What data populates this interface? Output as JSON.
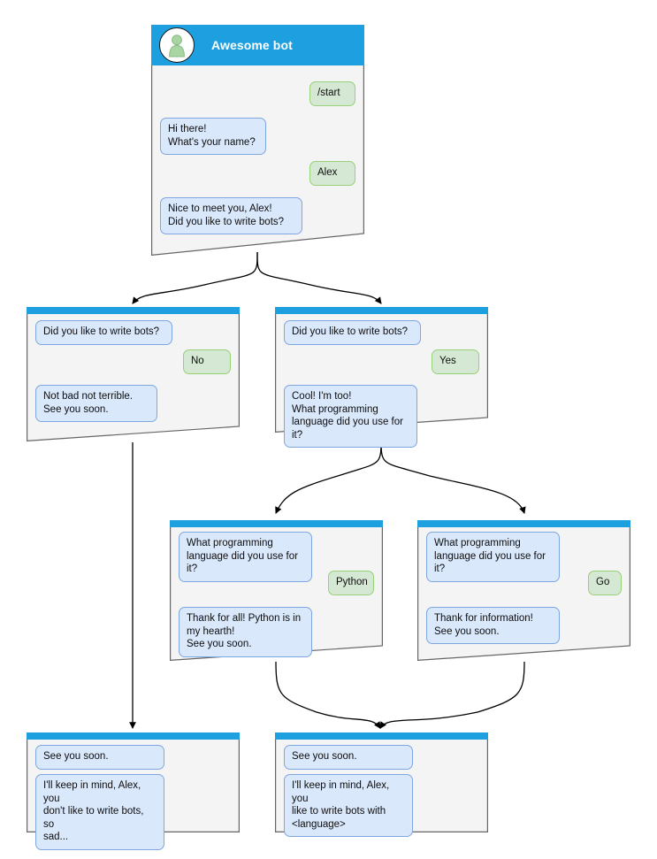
{
  "diagram": {
    "title": "Awesome bot chatbot conversation flow",
    "type": "flowchart",
    "colors": {
      "header_blue": "#1e9fe0",
      "card_background": "#f4f4f4",
      "card_border": "#666666",
      "bot_bubble_fill": "#dae8fc",
      "bot_bubble_border": "#7ea6e0",
      "user_bubble_fill": "#d5e8d4",
      "user_bubble_border": "#97d077",
      "edge_color": "#000000",
      "avatar_person": "#a8d5a2"
    }
  },
  "root": {
    "header": {
      "bot_name": "Awesome bot",
      "avatar_icon": "person-avatar-icon"
    },
    "messages": [
      {
        "role": "user",
        "text": "/start"
      },
      {
        "role": "bot",
        "text": "Hi there!\nWhat's your name?"
      },
      {
        "role": "user",
        "text": "Alex"
      },
      {
        "role": "bot",
        "text": "Nice to meet you, Alex!\nDid you like to write bots?"
      }
    ]
  },
  "nodes": [
    {
      "id": "no-branch",
      "messages": [
        {
          "role": "bot",
          "text": "Did you like to write bots?"
        },
        {
          "role": "user",
          "text": "No"
        },
        {
          "role": "bot",
          "text": "Not bad not terrible.\nSee you soon."
        }
      ]
    },
    {
      "id": "yes-branch",
      "messages": [
        {
          "role": "bot",
          "text": "Did you like to write bots?"
        },
        {
          "role": "user",
          "text": "Yes"
        },
        {
          "role": "bot",
          "text": "Cool! I'm too!\nWhat programming\nlanguage did you use for it?"
        }
      ]
    },
    {
      "id": "python-branch",
      "messages": [
        {
          "role": "bot",
          "text": "What programming\nlanguage did you use for it?"
        },
        {
          "role": "user",
          "text": "Python"
        },
        {
          "role": "bot",
          "text": "Thank for all! Python is in\nmy hearth!\nSee you soon."
        }
      ]
    },
    {
      "id": "go-branch",
      "messages": [
        {
          "role": "bot",
          "text": "What programming\nlanguage did you use for it?"
        },
        {
          "role": "user",
          "text": "Go"
        },
        {
          "role": "bot",
          "text": "Thank for information!\nSee you soon."
        }
      ]
    },
    {
      "id": "end-no",
      "messages": [
        {
          "role": "bot",
          "text": "See you soon."
        },
        {
          "role": "bot",
          "text": "I'll keep in mind, Alex, you\ndon't like to write bots, so\nsad..."
        }
      ]
    },
    {
      "id": "end-yes",
      "messages": [
        {
          "role": "bot",
          "text": "See you soon."
        },
        {
          "role": "bot",
          "text": "I'll keep in mind, Alex, you\nlike to write bots with\n<language>"
        }
      ]
    }
  ]
}
